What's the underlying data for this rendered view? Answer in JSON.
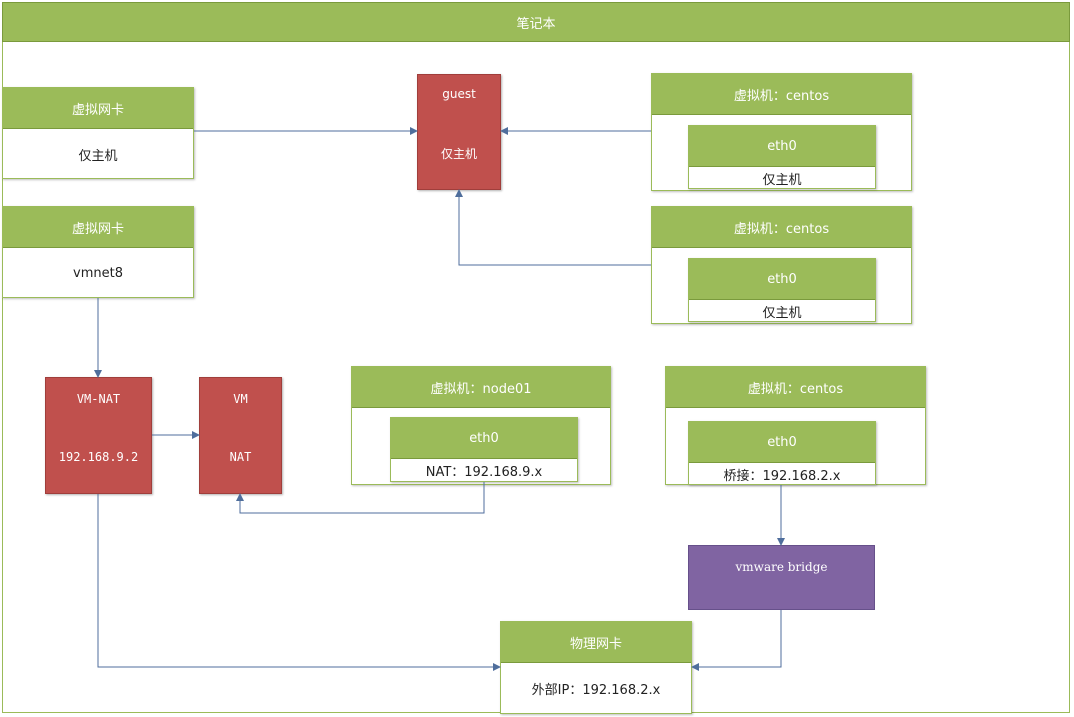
{
  "title": "笔记本",
  "host_vnic_host_only": {
    "header": "虚拟网卡",
    "body": "仅主机"
  },
  "host_vnic_vmnet8": {
    "header": "虚拟网卡",
    "body": "vmnet8"
  },
  "guest_node": {
    "line1": "guest",
    "line2": "仅主机"
  },
  "vm_centos_1": {
    "header": "虚拟机：centos",
    "nic": "eth0",
    "mode": "仅主机"
  },
  "vm_centos_2": {
    "header": "虚拟机：centos",
    "nic": "eth0",
    "mode": "仅主机"
  },
  "vm_nat_node": {
    "line1": "VM-NAT",
    "line2": "192.168.9.2"
  },
  "vm_nat_service": {
    "line1": "VM",
    "line2": "NAT"
  },
  "vm_node01": {
    "header": "虚拟机：node01",
    "nic": "eth0",
    "mode": "NAT：192.168.9.x"
  },
  "vm_centos_3": {
    "header": "虚拟机：centos",
    "nic": "eth0",
    "mode": "桥接：192.168.2.x"
  },
  "vmware_bridge": {
    "label": "vmware bridge"
  },
  "physical_nic": {
    "header": "物理网卡",
    "body": "外部IP：192.168.2.x"
  },
  "colors": {
    "green": "#9bbb59",
    "red": "#c0504d",
    "purple": "#8064a2",
    "wire": "#4f6e9c"
  }
}
